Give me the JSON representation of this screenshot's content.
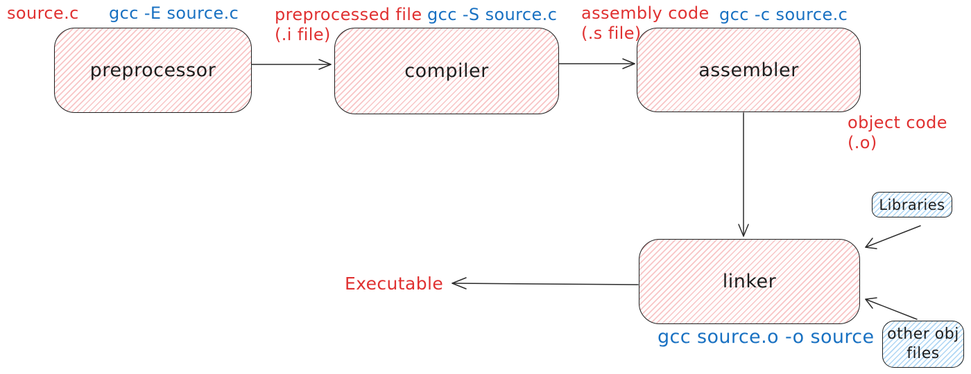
{
  "colors": {
    "annotation_red": "#e03131",
    "annotation_blue": "#1971c2",
    "node_stroke": "#1e1e1e",
    "node_fill_pink": "#ffc9c9",
    "node_fill_blue": "#a5d8ff",
    "background": "#ffffff"
  },
  "diagram": {
    "type": "flowchart",
    "nodes": {
      "preprocessor": {
        "label": "preprocessor",
        "fill": "pink-hachure"
      },
      "compiler": {
        "label": "compiler",
        "fill": "pink-hachure"
      },
      "assembler": {
        "label": "assembler",
        "fill": "pink-hachure"
      },
      "linker": {
        "label": "linker",
        "fill": "pink-hachure"
      },
      "libraries": {
        "label": "Libraries",
        "fill": "blue-hachure"
      },
      "other_obj": {
        "label": "other obj\nfiles",
        "fill": "blue-hachure"
      }
    },
    "labels": {
      "source_c": "source.c",
      "cmd_preprocess": "gcc -E source.c",
      "preprocessed_file": "preprocessed file\n(.i file)",
      "cmd_compile": "gcc -S source.c",
      "assembly_code": "assembly code\n(.s file)",
      "cmd_assemble": "gcc -c source.c",
      "object_code": "object code\n(.o)",
      "executable": "Executable",
      "cmd_link": "gcc source.o -o source"
    },
    "edges": [
      {
        "from": "preprocessor",
        "to": "compiler"
      },
      {
        "from": "compiler",
        "to": "assembler"
      },
      {
        "from": "assembler",
        "to": "linker"
      },
      {
        "from": "libraries",
        "to": "linker"
      },
      {
        "from": "other_obj",
        "to": "linker"
      },
      {
        "from": "linker",
        "to": "executable"
      }
    ]
  }
}
